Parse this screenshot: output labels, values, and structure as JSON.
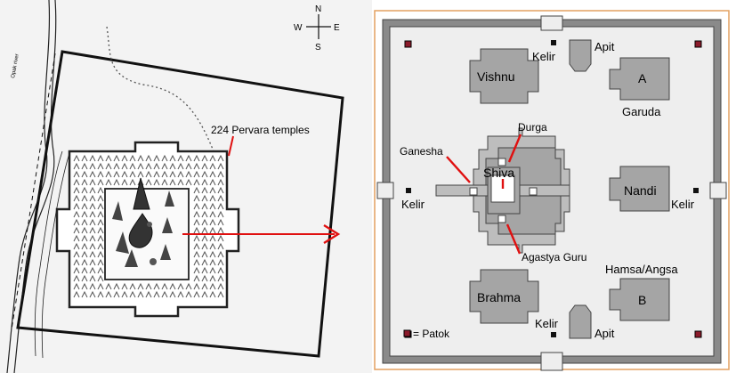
{
  "left_panel": {
    "river_label": "Opak river",
    "compass": {
      "north": "N",
      "south": "S",
      "east": "E",
      "west": "W"
    },
    "pervara_label": "224 Pervara temples"
  },
  "right_panel": {
    "temples": {
      "vishnu": "Vishnu",
      "brahma": "Brahma",
      "shiva": "Shiva",
      "garuda_letter": "A",
      "angsa_letter": "B",
      "nandi": "Nandi"
    },
    "labels": {
      "apit_top": "Apit",
      "kelir_top": "Kelir",
      "garuda": "Garuda",
      "durga": "Durga",
      "ganesha": "Ganesha",
      "kelir_left": "Kelir",
      "kelir_right": "Kelir",
      "agastya": "Agastya Guru",
      "hamsa_angsa": "Hamsa/Angsa",
      "kelir_bottom": "Kelir",
      "apit_bottom": "Apit"
    },
    "legend": {
      "symbol_meaning": "= Patok"
    }
  },
  "colors": {
    "accent_red": "#e01010",
    "temple_gray": "#a5a5a5",
    "courtyard_gray": "#bdbdbd",
    "wall_gray": "#8a8a8a",
    "panel_border": "#e3a060",
    "patok_red": "#8b1a2a"
  }
}
